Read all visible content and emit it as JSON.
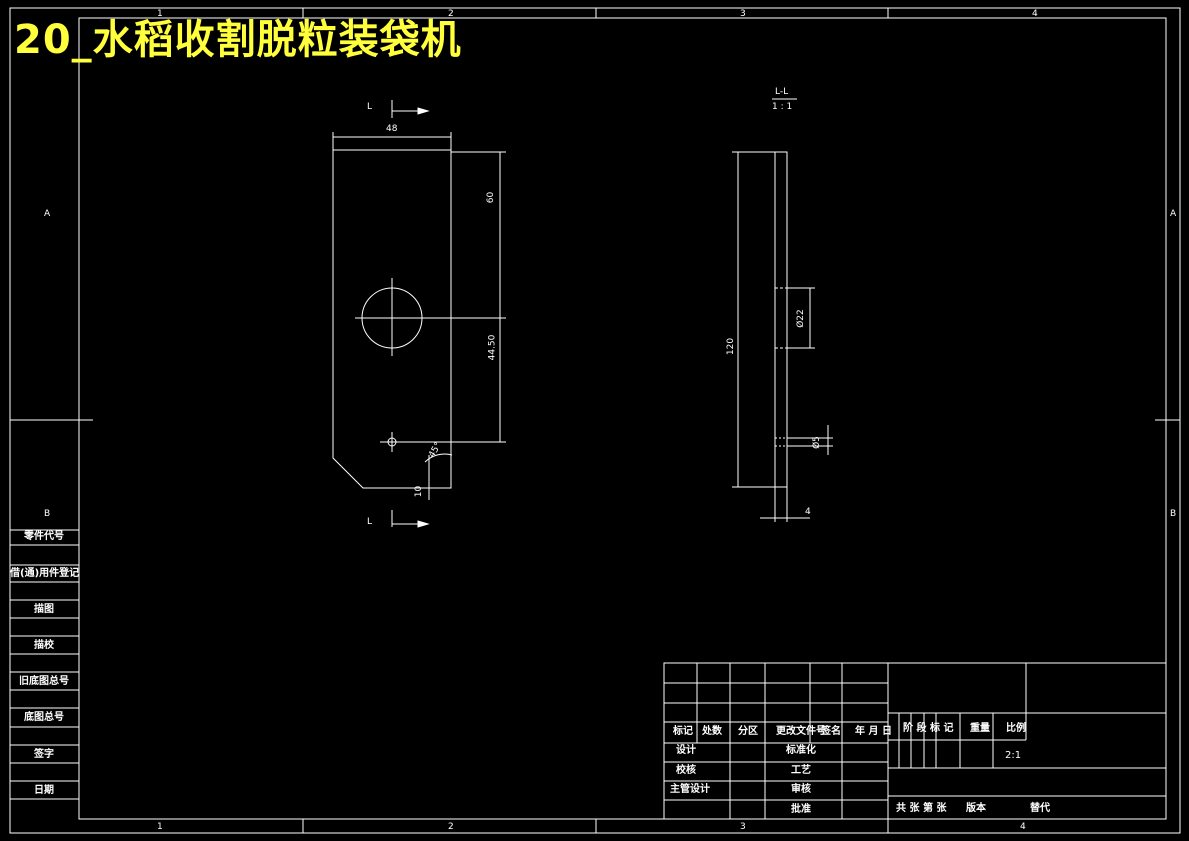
{
  "title": "20_水稻收割脱粒装袋机",
  "zones": {
    "columns": [
      "1",
      "2",
      "3",
      "4"
    ],
    "rows": [
      "A",
      "B"
    ]
  },
  "section_label": {
    "name": "L-L",
    "scale": "1 : 1"
  },
  "view_label": "L",
  "dimensions": {
    "width": "48",
    "top_height": "60",
    "hole_offset": "44.50",
    "bottom": "10",
    "angle": "45°",
    "length": "120",
    "hole_dia": "Ø22",
    "small_hole_dia": "Ø5",
    "thickness": "4"
  },
  "side_panel": [
    "零件代号",
    "借(通)用件登记",
    "描图",
    "描校",
    "旧底图总号",
    "底图总号",
    "签字",
    "日期"
  ],
  "title_block": {
    "header": [
      "标记",
      "处数",
      "分区",
      "更改文件号",
      "签名",
      "年 月 日"
    ],
    "rows": [
      "设计",
      "校核",
      "主管设计"
    ],
    "rows2": [
      "标准化",
      "工艺",
      "审核",
      "批准"
    ],
    "stage": "阶 段 标 记",
    "weight": "重量",
    "ratio": "比例",
    "scale_value": "2:1",
    "sheets": "共  张 第  张",
    "version": "版本",
    "replace": "替代"
  },
  "colors": {
    "line": "#ffffff",
    "title": "#ffff3c",
    "background": "#000000"
  }
}
